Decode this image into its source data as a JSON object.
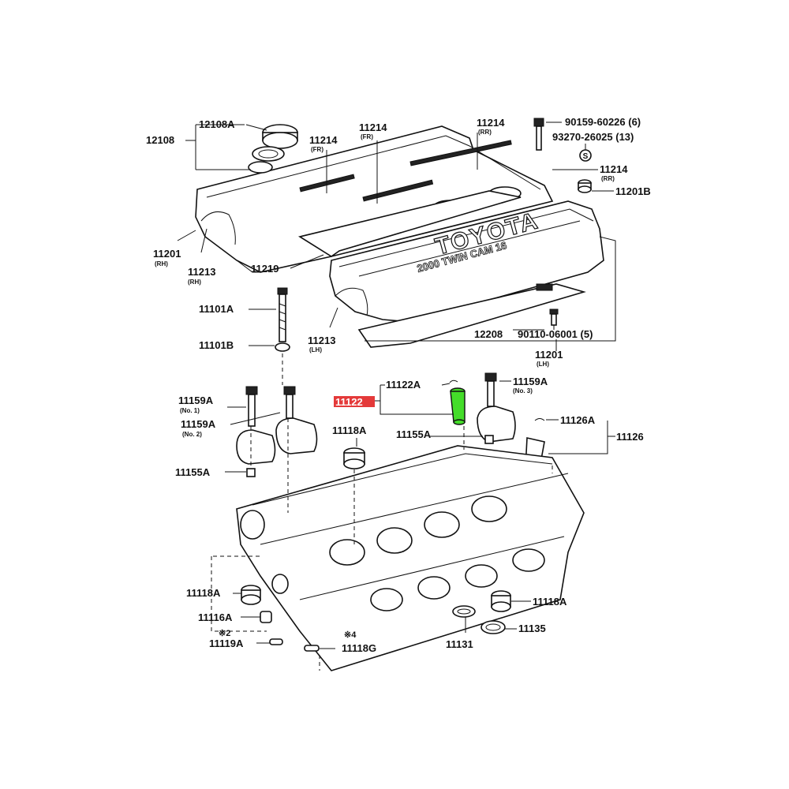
{
  "colors": {
    "highlight_fill": "#e43a3a",
    "highlight_part": "#44dd2a",
    "ink": "#111111",
    "background": "#ffffff"
  },
  "cover_text": {
    "brand": "TOYOTA",
    "engine": "2000 TWIN CAM 16"
  },
  "labels": {
    "p12108a": "12108A",
    "p12108": "12108",
    "p11214_fr1": "11214",
    "p11214_fr1_sub": "(FR)",
    "p11214_fr2": "11214",
    "p11214_fr2_sub": "(FR)",
    "p11214_rr1": "11214",
    "p11214_rr1_sub": "(RR)",
    "p90159": "90159-60226 (6)",
    "p93270": "93270-26025 (13)",
    "p11214_rr2": "11214",
    "p11214_rr2_sub": "(RR)",
    "p11201b": "11201B",
    "p11201_rh": "11201",
    "p11201_rh_sub": "(RH)",
    "p11213_rh": "11213",
    "p11213_rh_sub": "(RH)",
    "p11219": "11219",
    "p11101a": "11101A",
    "p11101b": "11101B",
    "p11213_lh": "11213",
    "p11213_lh_sub": "(LH)",
    "p12208": "12208",
    "p90110": "90110-06001 (5)",
    "p11201_lh": "11201",
    "p11201_lh_sub": "(LH)",
    "p11122": "11122",
    "p11122a": "11122A",
    "p11159a_no3": "11159A",
    "p11159a_no3_sub": "(No. 3)",
    "p11159a_no1": "11159A",
    "p11159a_no1_sub": "(No. 1)",
    "p11159a_no2": "11159A",
    "p11159a_no2_sub": "(No. 2)",
    "p11118a_top": "11118A",
    "p11155a_mid": "11155A",
    "p11126a": "11126A",
    "p11126": "11126",
    "p11155a_left": "11155A",
    "p11118a_left": "11118A",
    "p11116a": "11116A",
    "p_mark2": "※2",
    "p11119a": "11119A",
    "p_mark4": "※4",
    "p11118g": "11118G",
    "p11131": "11131",
    "p11118a_right": "11118A",
    "p11135": "11135",
    "washer_symbol": "S"
  }
}
